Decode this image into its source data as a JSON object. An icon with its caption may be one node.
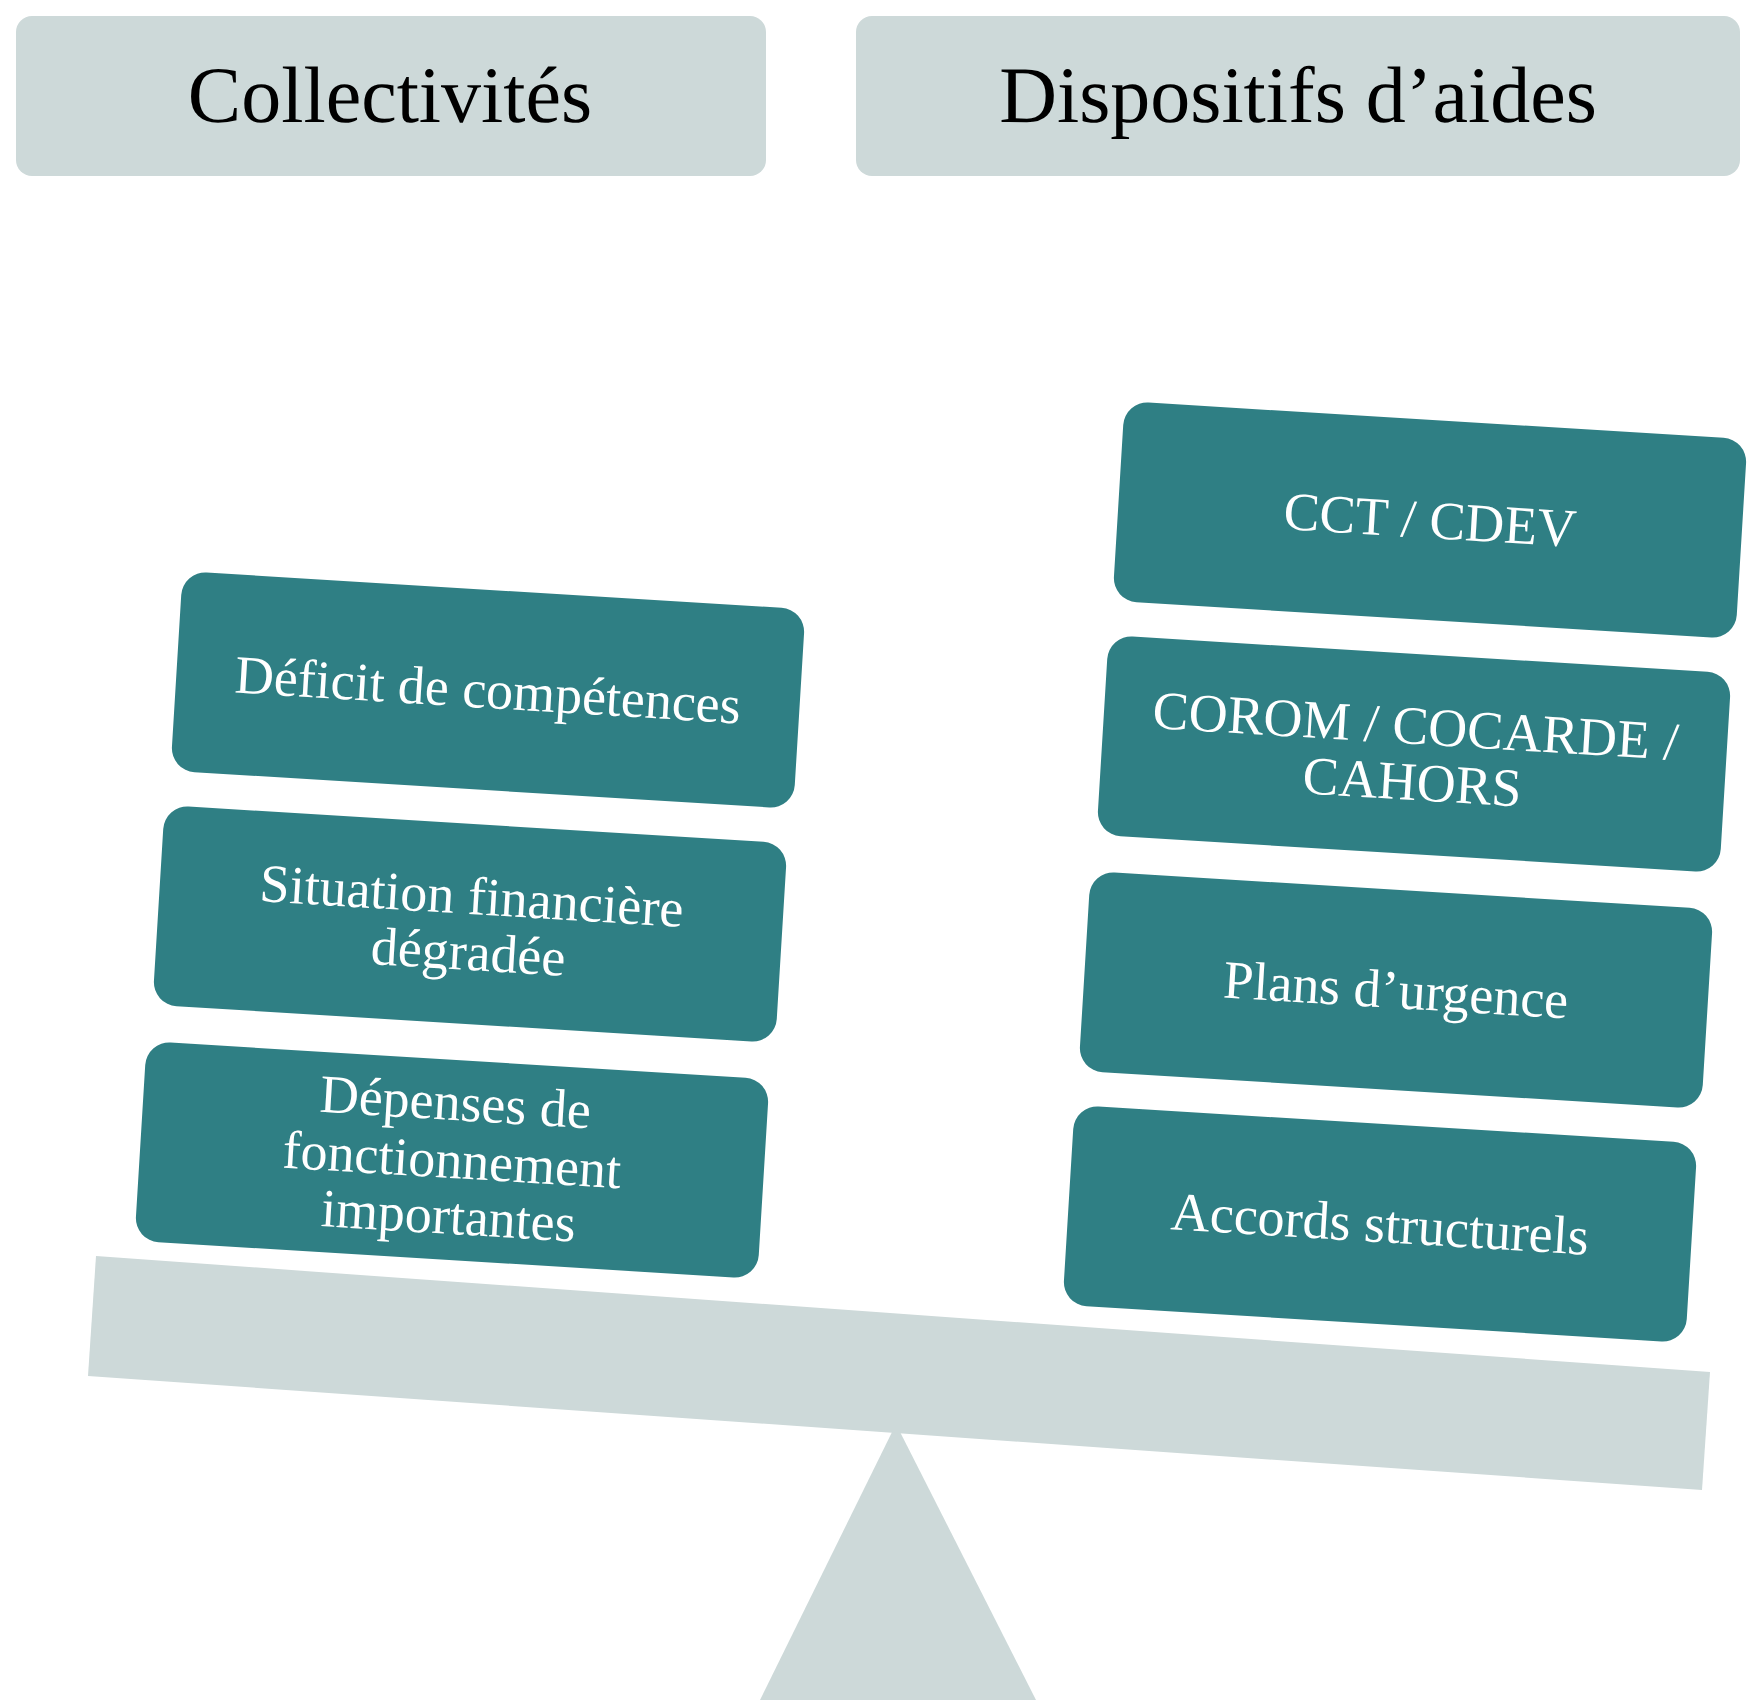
{
  "diagram": {
    "nodes": [
      {
        "text": [
          "Collectivités"
        ]
      },
      {
        "text": [
          "Dispositifs d’aides"
        ]
      },
      {
        "text": [
          "Déficit de compétences"
        ]
      },
      {
        "text": [
          "Situation financière dégradée"
        ]
      },
      {
        "text": [
          "Dépenses de fonctionnement importantes"
        ]
      },
      {
        "text": [
          "CCT / CDEV"
        ]
      },
      {
        "text": [
          "COROM / COCARDE / CAHORS"
        ]
      },
      {
        "text": [
          "Plans d’urgence"
        ]
      },
      {
        "text": [
          "Accords structurels"
        ]
      }
    ]
  }
}
